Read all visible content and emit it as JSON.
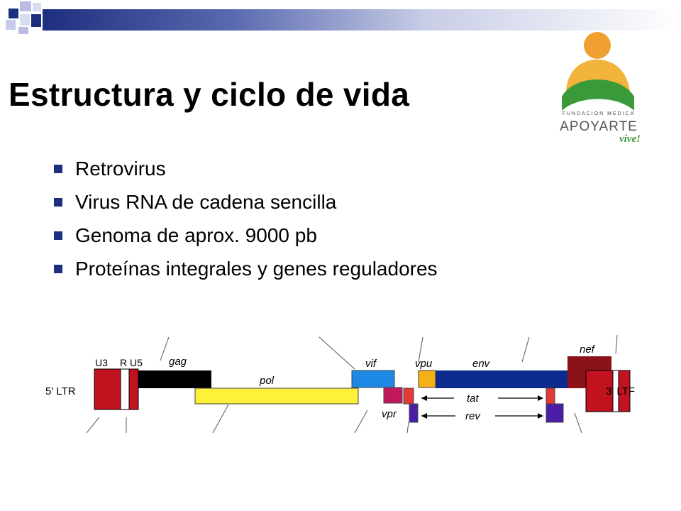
{
  "slide": {
    "title": "Estructura y ciclo de vida",
    "bullets": [
      "Retrovirus",
      "Virus RNA de cadena sencilla",
      "Genoma de aprox. 9000 pb",
      "Proteínas integrales y genes reguladores"
    ]
  },
  "logo": {
    "line1": "FUNDACION MEDICA",
    "line2": "APOYARTE",
    "tagline": "vive!"
  },
  "genome": {
    "left_ltr": "5' LTR",
    "right_ltr": "3' LTF",
    "u3": "U3",
    "r": "R",
    "u5": "U5",
    "genes": {
      "gag": "gag",
      "pol": "pol",
      "vif": "vif",
      "vpr": "vpr",
      "vpu": "vpu",
      "env": "env",
      "nef": "nef",
      "tat": "tat",
      "rev": "rev"
    }
  },
  "colors": {
    "header_blue": "#1d2f7f",
    "ltr_red": "#c1121f",
    "gag_black": "#000000",
    "pol_yellow": "#fff03a",
    "vif_blue": "#1e88e5",
    "vpr_crimson": "#c2185b",
    "vpu_orange": "#f5b015",
    "env_navy": "#0d2b8c",
    "nef_maroon": "#8b1218",
    "rev_purple": "#4b1ea8",
    "logo_orange": "#f0a030",
    "logo_green": "#3a9a3a"
  },
  "icons": {
    "bullet": "square-bullet-icon",
    "logo_figure": "person-figure-icon"
  }
}
